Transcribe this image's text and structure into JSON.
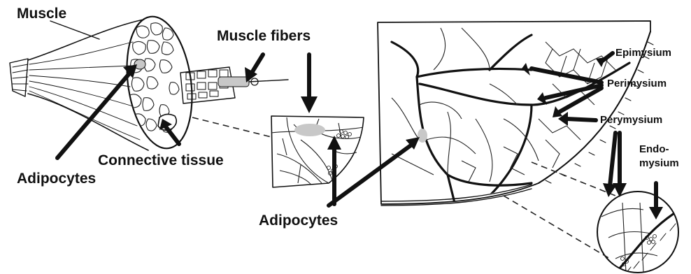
{
  "labels": {
    "muscle": "Muscle",
    "muscle_fibers": "Muscle fibers",
    "connective_tissue": "Connective tissue",
    "adipocytes_left": "Adipocytes",
    "adipocytes_center": "Adipocytes",
    "epimysium": "Epimysium",
    "perimysium": "Perimysium",
    "perymysium": "Perymysium",
    "endomysium_line1": "Endo-",
    "endomysium_line2": "mysium"
  },
  "colors": {
    "ink": "#111111",
    "background": "#ffffff",
    "adipocyte_fill": "#c8c8c8"
  }
}
